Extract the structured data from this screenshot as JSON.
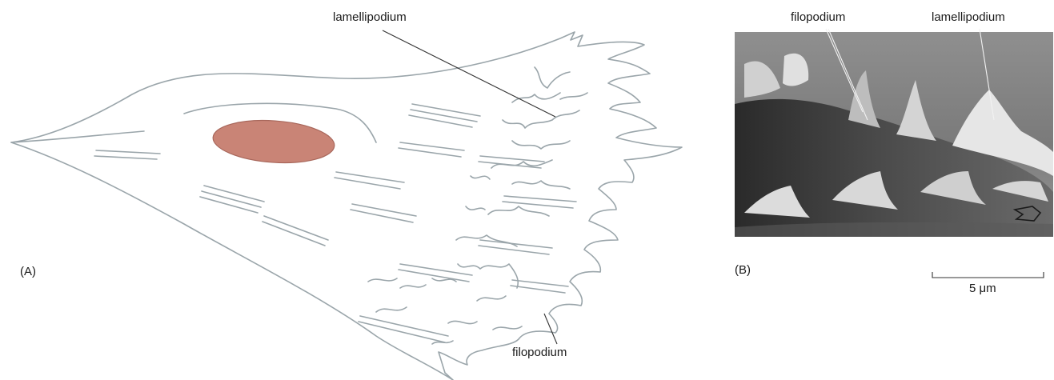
{
  "panel_a": {
    "panel_label": "(A)",
    "labels": {
      "lamellipodium": "lamellipodium",
      "filopodium": "filopodium"
    },
    "colors": {
      "outline": "#9aa5aa",
      "nucleus": "#c98476",
      "nucleus_edge": "#a8675b",
      "leader": "#333333"
    }
  },
  "panel_b": {
    "panel_label": "(B)",
    "labels": {
      "filopodium": "filopodium",
      "lamellipodium": "lamellipodium"
    },
    "scale_bar": "5 μm"
  }
}
